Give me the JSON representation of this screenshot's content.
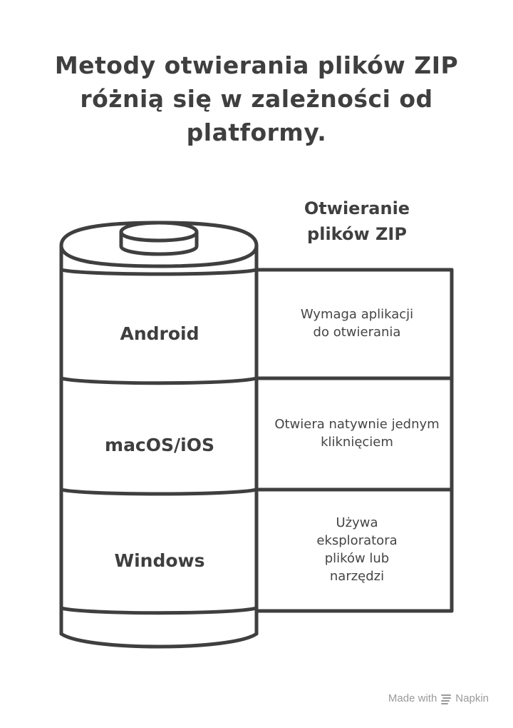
{
  "title": "Metody otwierania plików ZIP różnią się w zależności od platformy.",
  "column_header": "Otwieranie plików ZIP",
  "rows": [
    {
      "platform": "Android",
      "description": "Wymaga aplikacji do otwierania"
    },
    {
      "platform": "macOS/iOS",
      "description": "Otwiera natywnie jednym kliknięciem"
    },
    {
      "platform": "Windows",
      "description": "Używa eksploratora plików lub narzędzi"
    }
  ],
  "footer": {
    "made_with": "Made with",
    "brand": "Napkin",
    "logo_icon": "napkin-logo-icon"
  },
  "colors": {
    "stroke": "#3f3f3f",
    "text": "#3f3f3f",
    "footer": "#9a9a9a"
  }
}
